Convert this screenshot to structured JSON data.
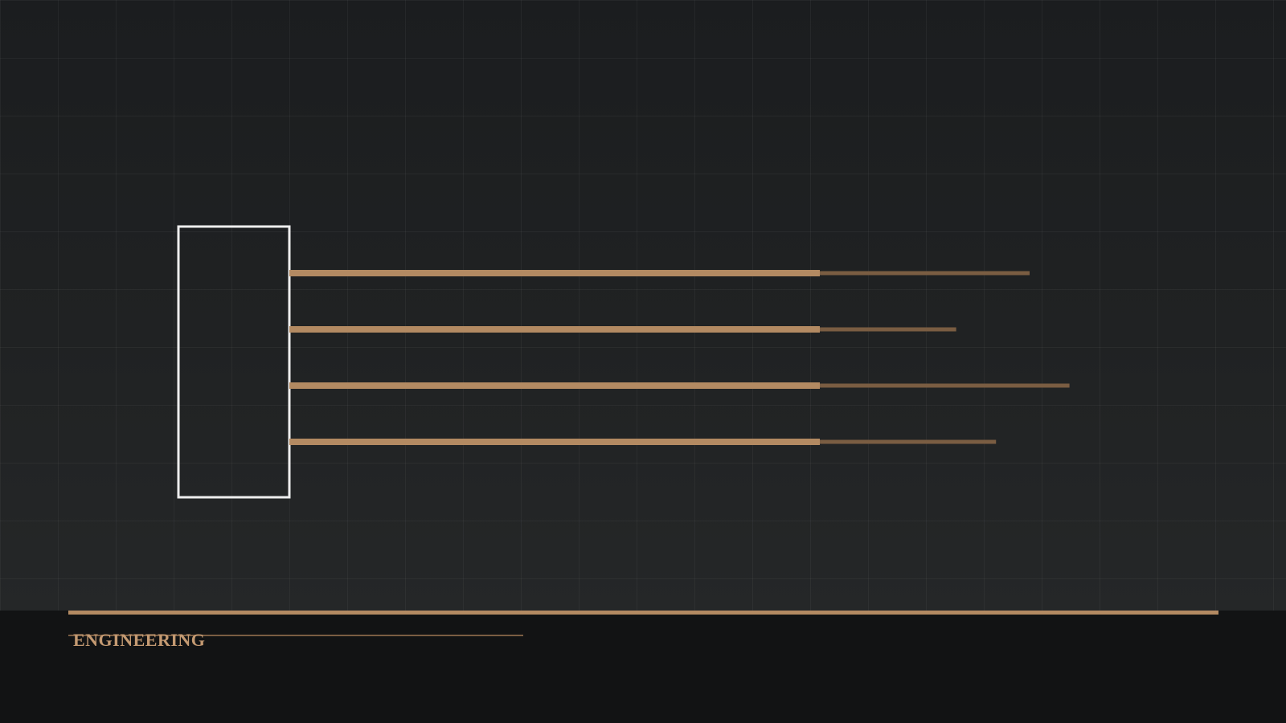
{
  "footer": {
    "label": "ENGINEERING"
  },
  "colors": {
    "accent": "#b38a62",
    "accent_dim": "#7a5d42",
    "box_stroke": "#eeeeee",
    "background": "#1e2021",
    "footer_bg": "#121314"
  },
  "diagram": {
    "line_count": 4,
    "extension_lengths": [
      1,
      0.65,
      1.19,
      0.84
    ]
  }
}
